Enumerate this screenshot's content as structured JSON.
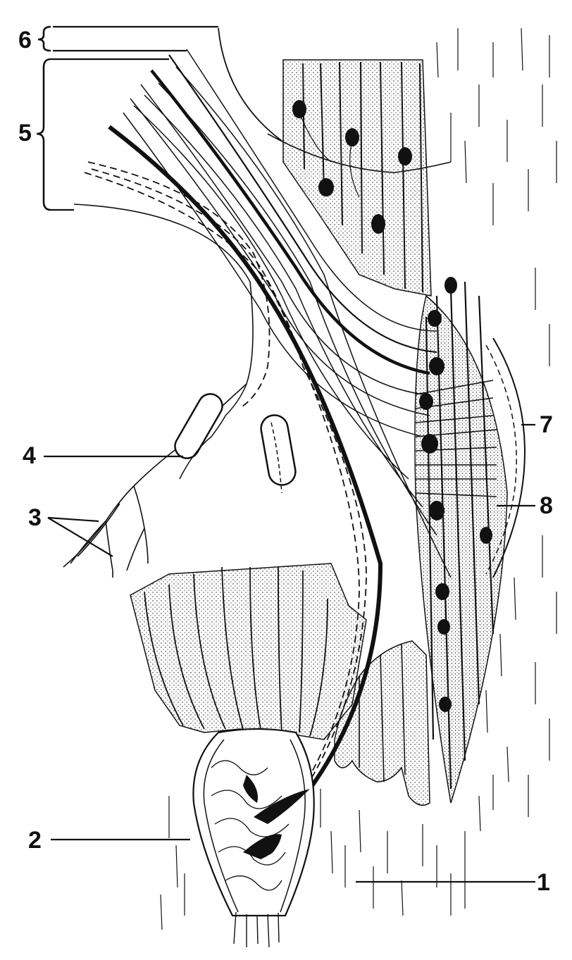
{
  "labels": {
    "l1": "1",
    "l2": "2",
    "l3": "3",
    "l4": "4",
    "l5": "5",
    "l6": "6",
    "l7": "7",
    "l8": "8"
  },
  "colors": {
    "ink": "#111111",
    "paper": "#ffffff"
  }
}
